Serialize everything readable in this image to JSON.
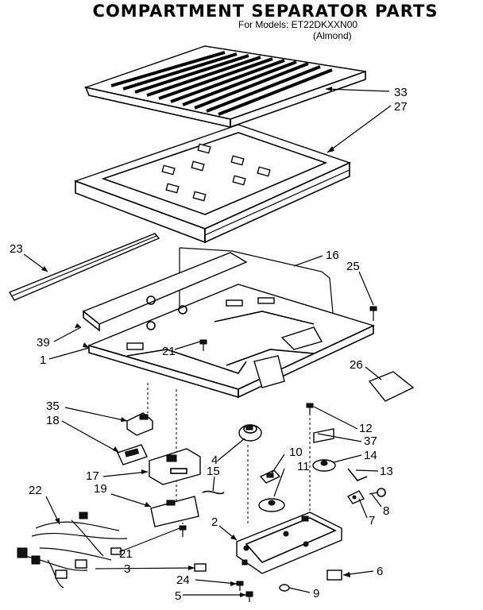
{
  "header": {
    "title": "COMPARTMENT SEPARATOR PARTS",
    "models_line": "For Models: ET22DKXXN00",
    "color_line": "(Almond)"
  },
  "callouts": [
    {
      "id": "c33",
      "label": "33"
    },
    {
      "id": "c27",
      "label": "27"
    },
    {
      "id": "c23",
      "label": "23"
    },
    {
      "id": "c16",
      "label": "16"
    },
    {
      "id": "c25",
      "label": "25"
    },
    {
      "id": "c39",
      "label": "39"
    },
    {
      "id": "c21a",
      "label": "21"
    },
    {
      "id": "c1",
      "label": "1"
    },
    {
      "id": "c26",
      "label": "26"
    },
    {
      "id": "c35",
      "label": "35"
    },
    {
      "id": "c18",
      "label": "18"
    },
    {
      "id": "c12",
      "label": "12"
    },
    {
      "id": "c37",
      "label": "37"
    },
    {
      "id": "c17",
      "label": "17"
    },
    {
      "id": "c4",
      "label": "4"
    },
    {
      "id": "c10",
      "label": "10"
    },
    {
      "id": "c14",
      "label": "14"
    },
    {
      "id": "c11",
      "label": "11"
    },
    {
      "id": "c13",
      "label": "13"
    },
    {
      "id": "c15",
      "label": "15"
    },
    {
      "id": "c19",
      "label": "19"
    },
    {
      "id": "c22",
      "label": "22"
    },
    {
      "id": "c8",
      "label": "8"
    },
    {
      "id": "c7",
      "label": "7"
    },
    {
      "id": "c2",
      "label": "2"
    },
    {
      "id": "c21b",
      "label": "21"
    },
    {
      "id": "c3",
      "label": "3"
    },
    {
      "id": "c6",
      "label": "6"
    },
    {
      "id": "c24",
      "label": "24"
    },
    {
      "id": "c5",
      "label": "5"
    },
    {
      "id": "c9",
      "label": "9"
    }
  ]
}
